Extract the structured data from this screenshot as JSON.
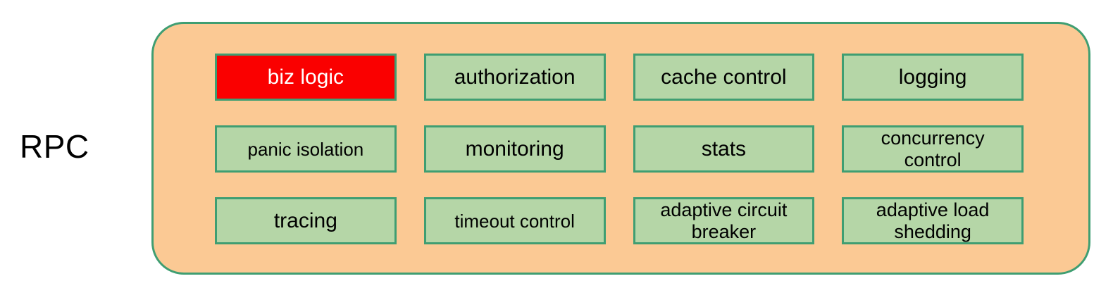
{
  "diagram": {
    "side_label": "RPC",
    "container": {
      "name": "rpc-middleware-container",
      "fill_color": "#fbc994",
      "border_color": "#3f9e72"
    },
    "box_style": {
      "fill_color": "#b5d6a7",
      "border_color": "#3f9e72",
      "text_color": "#000000",
      "highlight_fill_color": "#fa0000",
      "highlight_text_color": "#ffffff"
    },
    "rows": [
      {
        "boxes": [
          {
            "label": "biz logic",
            "highlighted": true
          },
          {
            "label": "authorization",
            "highlighted": false
          },
          {
            "label": "cache control",
            "highlighted": false
          },
          {
            "label": "logging",
            "highlighted": false
          }
        ]
      },
      {
        "boxes": [
          {
            "label": "panic isolation",
            "highlighted": false
          },
          {
            "label": "monitoring",
            "highlighted": false
          },
          {
            "label": "stats",
            "highlighted": false
          },
          {
            "label": "concurrency\ncontrol",
            "highlighted": false
          }
        ]
      },
      {
        "boxes": [
          {
            "label": "tracing",
            "highlighted": false
          },
          {
            "label": "timeout control",
            "highlighted": false
          },
          {
            "label": "adaptive circuit\nbreaker",
            "highlighted": false
          },
          {
            "label": "adaptive load\nshedding",
            "highlighted": false
          }
        ]
      }
    ]
  }
}
